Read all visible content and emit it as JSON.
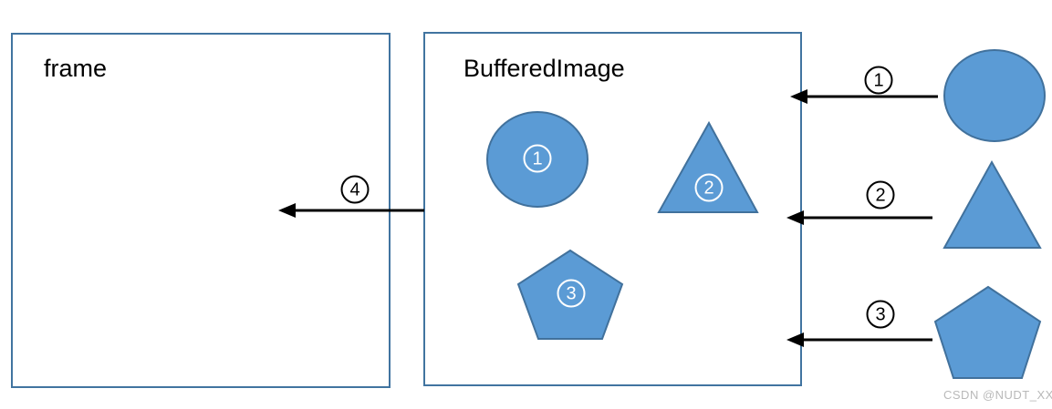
{
  "diagram": {
    "frame_box": {
      "title": "frame"
    },
    "buffered_image_box": {
      "title": "BufferedImage",
      "shape_labels": {
        "circle": "1",
        "triangle": "2",
        "pentagon": "3"
      }
    },
    "arrow_labels": {
      "arrow1": "1",
      "arrow2": "2",
      "arrow3": "3",
      "arrow4": "4"
    },
    "colors": {
      "shape_fill": "#5B9BD5",
      "shape_stroke": "#41719C",
      "box_border": "#4174A0",
      "arrow": "#000000",
      "inner_label": "#FFFFFF",
      "watermark": "#B9B9B9"
    },
    "watermark": "CSDN @NUDT_XX"
  }
}
